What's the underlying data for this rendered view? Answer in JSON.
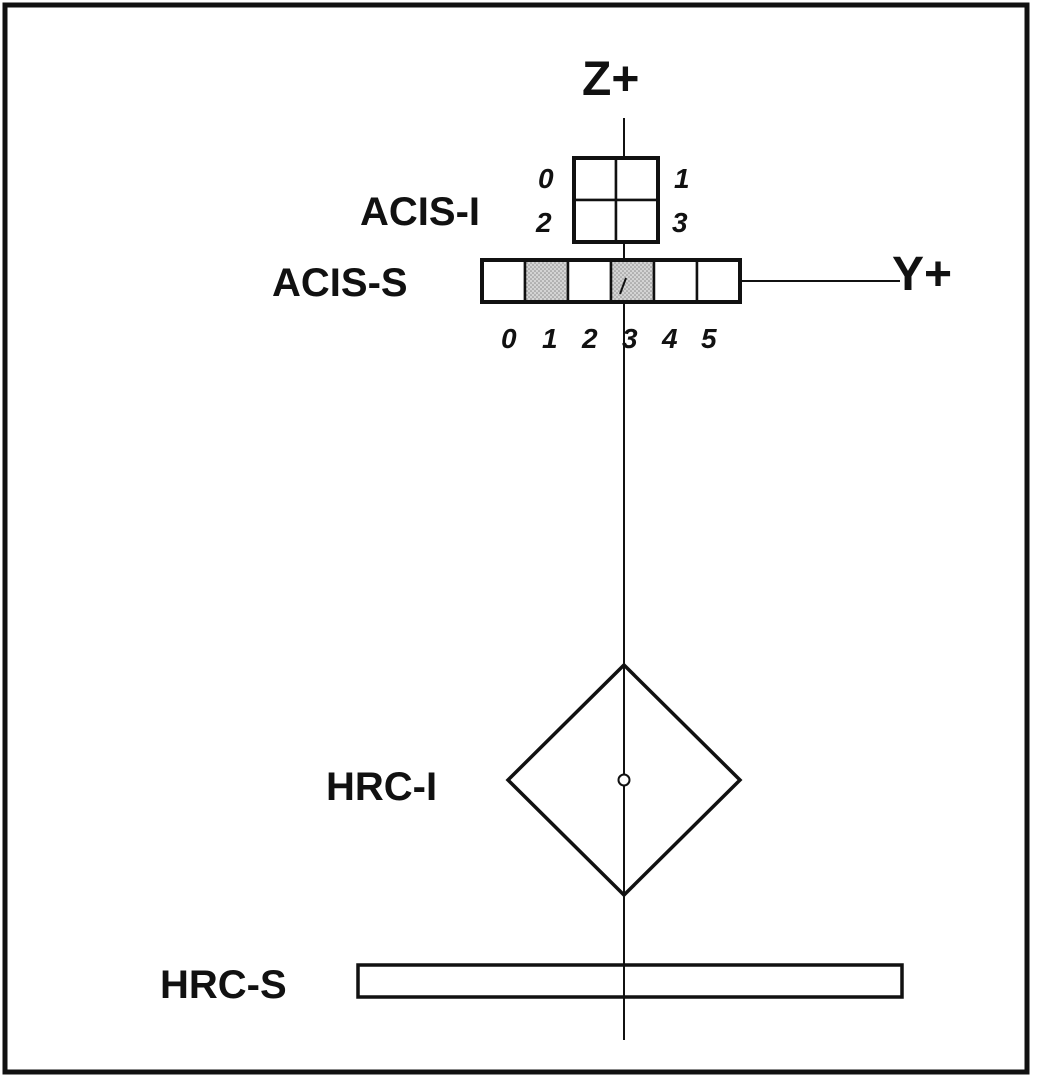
{
  "axes": {
    "z_label": "Z+",
    "y_label": "Y+"
  },
  "acis_i": {
    "label": "ACIS-I",
    "chip_labels": [
      "0",
      "1",
      "2",
      "3"
    ]
  },
  "acis_s": {
    "label": "ACIS-S",
    "chip_labels": [
      "0",
      "1",
      "2",
      "3",
      "4",
      "5"
    ],
    "shaded_chips": [
      1,
      3
    ]
  },
  "hrc_i": {
    "label": "HRC-I"
  },
  "hrc_s": {
    "label": "HRC-S"
  },
  "colors": {
    "line": "#111111",
    "shade": "#c8c8c8",
    "background": "#ffffff"
  }
}
